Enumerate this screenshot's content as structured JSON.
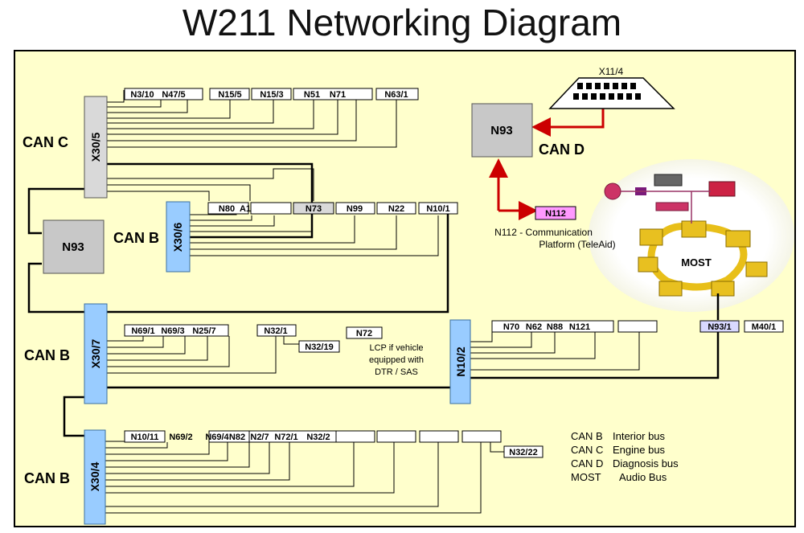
{
  "title": "W211 Networking Diagram",
  "bus_labels": {
    "can_c": "CAN C",
    "can_b_x30_6": "CAN B",
    "can_b_x30_7": "CAN B",
    "can_b_x30_4": "CAN B",
    "can_d": "CAN D"
  },
  "gateways": {
    "n93_main": "N93",
    "n93_diag": "N93",
    "x30_5": "X30/5",
    "x30_6": "X30/6",
    "x30_7": "X30/7",
    "x30_4": "X30/4",
    "n10_2": "N10/2"
  },
  "can_c_modules": [
    "N3/10",
    "N47/5",
    "N15/5",
    "N15/3",
    "N51",
    "N71",
    "N63/1"
  ],
  "x30_6_modules": [
    "N80",
    "A1",
    "N73",
    "N99",
    "N22",
    "N10/1"
  ],
  "x30_7_modules": [
    "N69/1",
    "N69/3",
    "N25/7",
    "N32/1",
    "N32/19",
    "N72"
  ],
  "n72_note": [
    "LCP if vehicle",
    "equipped with",
    "DTR / SAS"
  ],
  "n10_2_modules": [
    "N70",
    "N62",
    "N88",
    "N121"
  ],
  "most_modules": [
    "N93/1",
    "M40/1"
  ],
  "x30_4_modules": [
    "N10/11",
    "N69/2",
    "N69/4",
    "N82",
    "N2/7",
    "N72/1",
    "N32/2",
    "N32/22"
  ],
  "diag": {
    "connector": "X11/4",
    "bus": "CAN D",
    "n112": "N112",
    "n112_desc_line1": "N112 - Communication",
    "n112_desc_line2": "Platform (TeleAid)"
  },
  "most": {
    "label": "MOST"
  },
  "legend": [
    {
      "key": "CAN  B",
      "desc": "Interior bus"
    },
    {
      "key": "CAN  C",
      "desc": "Engine bus"
    },
    {
      "key": "CAN  D",
      "desc": "Diagnosis bus"
    },
    {
      "key": "MOST",
      "desc": "Audio Bus"
    }
  ],
  "colors": {
    "background": "#ffffcc",
    "connector_blue": "#99ccff",
    "connector_gray": "#d9d9d9",
    "can_d_line": "#cc0000",
    "most_line": "#e6b800",
    "n112_fill": "#ff99ff"
  }
}
